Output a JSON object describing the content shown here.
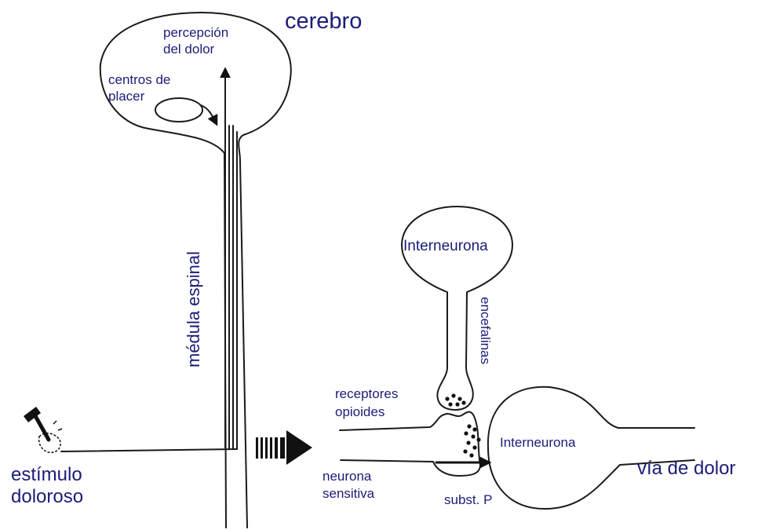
{
  "colors": {
    "label": "#1c1c78",
    "line": "#1a1a1a"
  },
  "labels": {
    "cerebro": "cerebro",
    "percepcion_1": "percepción",
    "percepcion_2": "del dolor",
    "centros_1": "centros de",
    "centros_2": "placer",
    "medula": "médula espinal",
    "estimulo_1": "estímulo",
    "estimulo_2": "doloroso",
    "interneurona_top": "Interneurona",
    "encefalinas": "encefalinas",
    "receptores_1": "receptores",
    "receptores_2": "opioides",
    "interneurona_right": "Interneurona",
    "neurona_1": "neurona",
    "neurona_2": "sensitiva",
    "subst_p": "subst. P",
    "via_dolor": "vía de dolor"
  },
  "icons": {
    "stimulus": "hammer-icon",
    "transition": "striped-arrow-icon"
  }
}
